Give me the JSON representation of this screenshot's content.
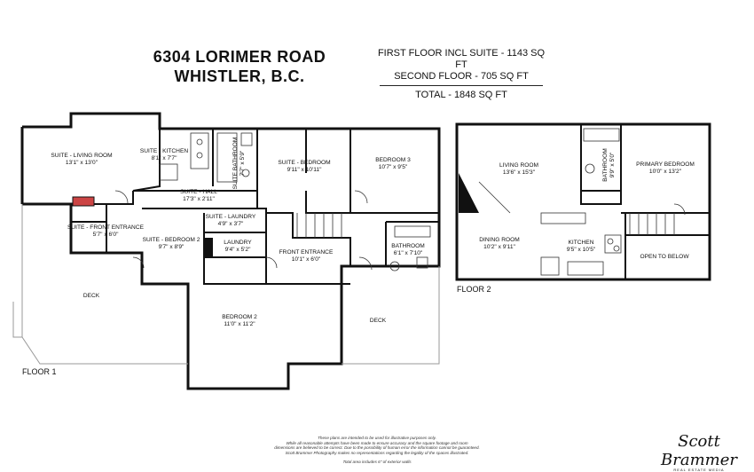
{
  "header": {
    "address_line1": "6304 LORIMER ROAD",
    "address_line2": "WHISTLER, B.C.",
    "first_floor": "FIRST FLOOR INCL SUITE - 1143 SQ FT",
    "second_floor": "SECOND FLOOR - 705 SQ FT",
    "total": "TOTAL  -  1848 SQ FT"
  },
  "floor1": {
    "label": "FLOOR 1",
    "rooms": [
      {
        "name": "SUITE - LIVING ROOM",
        "size": "13'1\" x 13'0\""
      },
      {
        "name": "SUITE - KITCHEN",
        "size": "8'1\" x 7'7\""
      },
      {
        "name": "SUITE BATHROOM",
        "size": "7'7\" x 5'9\""
      },
      {
        "name": "SUITE - BEDROOM",
        "size": "9'11\" x 10'11\""
      },
      {
        "name": "BEDROOM 3",
        "size": "10'7\" x 9'5\""
      },
      {
        "name": "SUITE - HALL",
        "size": "17'3\" x 2'11\""
      },
      {
        "name": "SUITE - LAUNDRY",
        "size": "4'9\" x 3'7\""
      },
      {
        "name": "LAUNDRY",
        "size": "9'4\" x 5'2\""
      },
      {
        "name": "SUITE - FRONT ENTRANCE",
        "size": "5'7\" x 6'0\""
      },
      {
        "name": "SUITE - BEDROOM 2",
        "size": "9'7\" x 8'9\""
      },
      {
        "name": "FRONT ENTRANCE",
        "size": "10'1\" x 6'0\""
      },
      {
        "name": "BATHROOM",
        "size": "6'1\" x 7'10\""
      },
      {
        "name": "DECK",
        "size": ""
      },
      {
        "name": "BEDROOM 2",
        "size": "11'0\" x 11'2\""
      },
      {
        "name": "DECK",
        "size": ""
      }
    ]
  },
  "floor2": {
    "label": "FLOOR 2",
    "rooms": [
      {
        "name": "LIVING ROOM",
        "size": "13'6\" x 15'3\""
      },
      {
        "name": "BATHROOM",
        "size": "9'9\" x 5'0\""
      },
      {
        "name": "PRIMARY BEDROOM",
        "size": "10'0\" x 13'2\""
      },
      {
        "name": "DINING ROOM",
        "size": "10'2\" x 9'11\""
      },
      {
        "name": "KITCHEN",
        "size": "9'5\" x 10'5\""
      },
      {
        "name": "OPEN TO BELOW",
        "size": ""
      }
    ]
  },
  "disclaimer": {
    "line1": "These plans are intended to be used for illustrative purposes only.",
    "line2": "While all reasonable attempts have been made to ensure accuracy and the square footage and room",
    "line3": "dimensions are believed to be correct. Due to the possibility of human error the information cannot be guaranteed.",
    "line4": "Scott Brammer Photography makes no representations regarding the legality of the spaces illustrated.",
    "line5": "Total area includes 6\" of exterior walls"
  },
  "logo": {
    "signature": "Scott Brammer",
    "tagline": "REAL ESTATE MEDIA"
  }
}
